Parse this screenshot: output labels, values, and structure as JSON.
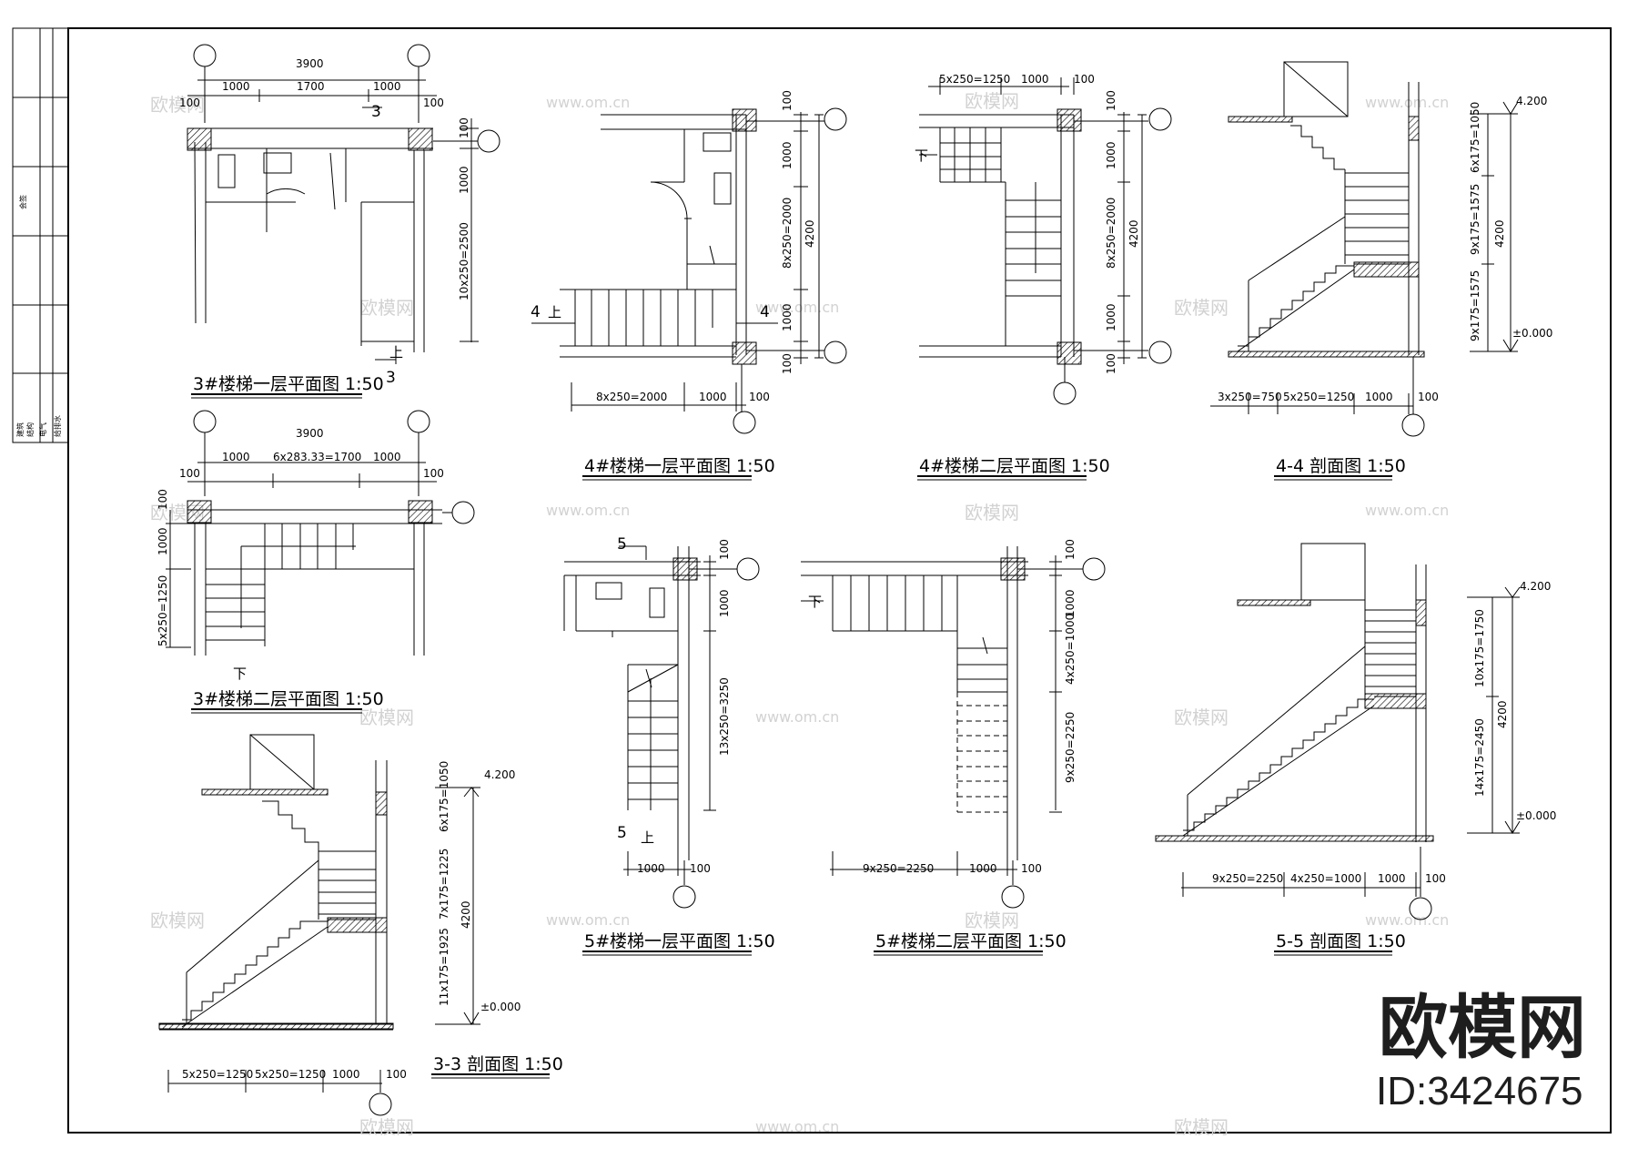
{
  "sheet": {
    "watermark_url": "www.om.cn",
    "watermark_brand": "欧模网",
    "brand_large": "欧模网",
    "id_label": "ID:3424675",
    "side_tags": [
      "建筑",
      "结构",
      "电气",
      "给排水"
    ],
    "side_note": "会签"
  },
  "labels": {
    "up": "上",
    "down": "下",
    "lvl_top": "4.200",
    "lvl_zero": "±0.000"
  },
  "views": {
    "v3_f1": {
      "title": "3#楼梯一层平面图 1:50",
      "section_mark": "3",
      "dims": [
        "3900",
        "1000",
        "1700",
        "1000",
        "100",
        "100",
        "100",
        "1000",
        "10x250=2500"
      ]
    },
    "v3_f2": {
      "title": "3#楼梯二层平面图 1:50",
      "dims": [
        "3900",
        "1000",
        "6x283.33=1700",
        "1000",
        "100",
        "100",
        "100",
        "1000",
        "5x250=1250"
      ]
    },
    "v3_sec": {
      "title": "3-3 剖面图 1:50",
      "dims": [
        "5x250=1250",
        "5x250=1250",
        "1000",
        "100",
        "6x175=1050",
        "7x175=1225",
        "11x175=1925",
        "4200"
      ]
    },
    "v4_f1": {
      "title": "4#楼梯一层平面图 1:50",
      "section_mark": "4",
      "dims": [
        "100",
        "1000",
        "8x250=2000",
        "1000",
        "100",
        "4200",
        "8x250=2000",
        "1000",
        "100"
      ]
    },
    "v4_f2": {
      "title": "4#楼梯二层平面图 1:50",
      "dims": [
        "5x250=1250",
        "1000",
        "100",
        "100",
        "1000",
        "8x250=2000",
        "1000",
        "100",
        "4200"
      ]
    },
    "v4_sec": {
      "title": "4-4 剖面图 1:50",
      "dims": [
        "6x175=1050",
        "9x175=1575",
        "9x175=1575",
        "4200",
        "3x250=750",
        "5x250=1250",
        "1000",
        "100"
      ]
    },
    "v5_f1": {
      "title": "5#楼梯一层平面图 1:50",
      "section_mark": "5",
      "dims": [
        "100",
        "1000",
        "13x250=3250",
        "1000",
        "100"
      ]
    },
    "v5_f2": {
      "title": "5#楼梯二层平面图 1:50",
      "dims": [
        "100",
        "1000",
        "4x250=1000",
        "9x250=2250",
        "9x250=2250",
        "1000",
        "100"
      ]
    },
    "v5_sec": {
      "title": "5-5 剖面图 1:50",
      "dims": [
        "10x175=1750",
        "14x175=2450",
        "4200",
        "9x250=2250",
        "4x250=1000",
        "1000",
        "100"
      ]
    }
  }
}
